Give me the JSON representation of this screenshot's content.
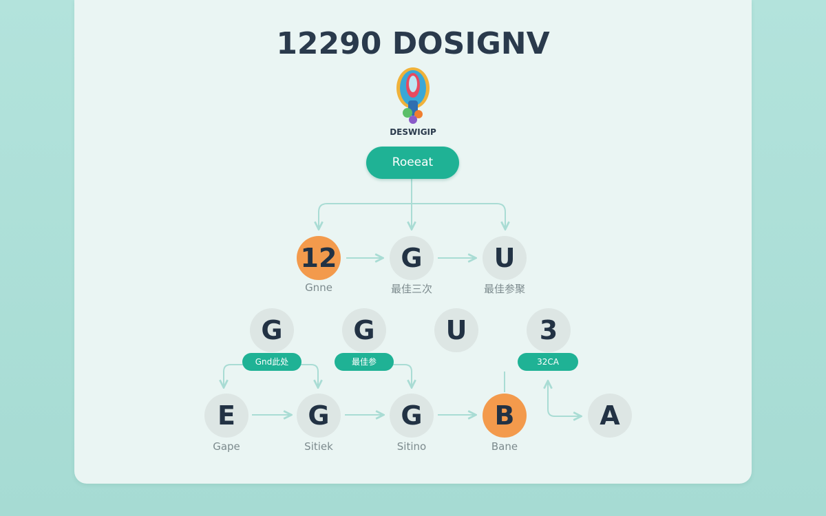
{
  "title": "12290 DOSIGNV",
  "emblem": {
    "label": "DESWIGIP",
    "icon": "trophy-emblem-icon"
  },
  "root": {
    "label": "Roeeat"
  },
  "row1": [
    {
      "id": "n12",
      "symbol": "12",
      "caption": "Gnne",
      "color": "orange"
    },
    {
      "id": "nG1",
      "symbol": "G",
      "caption": "最佳三次",
      "color": "gray"
    },
    {
      "id": "nU1",
      "symbol": "U",
      "caption": "最佳参聚",
      "color": "gray"
    }
  ],
  "row2": [
    {
      "id": "nG2",
      "symbol": "G",
      "tag": "Gnd此处"
    },
    {
      "id": "nG3",
      "symbol": "G",
      "tag": "最佳参"
    },
    {
      "id": "nU2",
      "symbol": "U",
      "tag": ""
    },
    {
      "id": "n3",
      "symbol": "3",
      "tag": "32CA"
    }
  ],
  "row3": [
    {
      "id": "nE",
      "symbol": "E",
      "caption": "Gape",
      "color": "gray"
    },
    {
      "id": "nG4",
      "symbol": "G",
      "caption": "Sitiek",
      "color": "gray"
    },
    {
      "id": "nG5",
      "symbol": "G",
      "caption": "Sitino",
      "color": "gray"
    },
    {
      "id": "nB",
      "symbol": "B",
      "caption": "Bane",
      "color": "orange"
    },
    {
      "id": "nA",
      "symbol": "A",
      "caption": "",
      "color": "gray"
    }
  ],
  "colors": {
    "accent": "#1fb295",
    "orange": "#f39a4c",
    "node": "#dde6e4",
    "text": "#223244",
    "connector": "#a9dcd4"
  }
}
